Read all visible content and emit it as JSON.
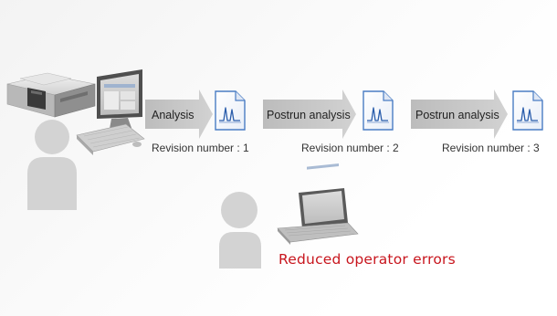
{
  "flow": {
    "steps": [
      {
        "arrow_label": "Analysis",
        "revision_label": "Revision number : 1"
      },
      {
        "arrow_label": "Postrun analysis",
        "revision_label": "Revision number : 2"
      },
      {
        "arrow_label": "Postrun analysis",
        "revision_label": "Revision number : 3"
      }
    ]
  },
  "highlight": {
    "text": "Reduced operator errors",
    "color": "#c8161e"
  },
  "icons": {
    "instrument": "ftir-spectrometer-icon",
    "pc": "desktop-computer-icon",
    "person": "person-silhouette-icon",
    "data_file": "spectrum-data-file-icon",
    "laptop": "laptop-computer-icon",
    "arrow": "process-arrow-icon"
  },
  "colors": {
    "arrow_fill": "#c9c9c9",
    "person_fill": "#d3d3d3",
    "spectrum_line": "#2a5dab",
    "file_edge": "#4a7dc4"
  }
}
